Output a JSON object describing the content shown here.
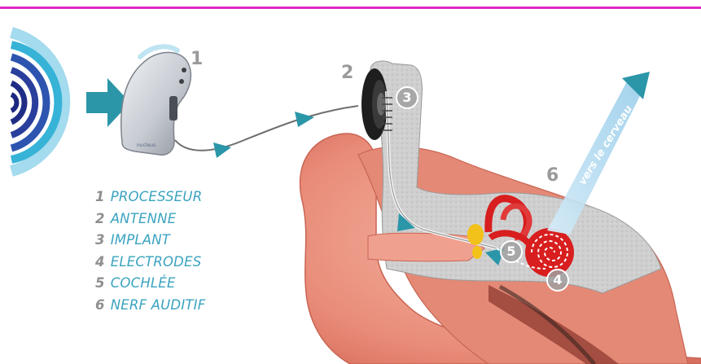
{
  "legend": {
    "items": [
      {
        "num": "1",
        "label": "PROCESSEUR"
      },
      {
        "num": "2",
        "label": "ANTENNE"
      },
      {
        "num": "3",
        "label": "IMPLANT"
      },
      {
        "num": "4",
        "label": "ELECTRODES"
      },
      {
        "num": "5",
        "label": "COCHLÉE"
      },
      {
        "num": "6",
        "label": "NERF AUDITIF"
      }
    ]
  },
  "callouts": {
    "processor": "1",
    "antenna": "2",
    "implant": "3",
    "electrodes": "4",
    "cochlea": "5",
    "nerve": "6"
  },
  "brain_label": "vers le cerveau",
  "colors": {
    "top_rule": "#e027c8",
    "arrow": "#2b96a8",
    "legend_text": "#3aa3bf",
    "legend_number": "#8f8f8f",
    "skin": "#e88f7e",
    "bone": "#c9c9c9",
    "cochlea": "#e02020",
    "sound_waves": "#2b3f9e",
    "nerve_beam": "#a9d6ee"
  },
  "icons": [
    "sound-wave-icon",
    "hearing-processor-icon",
    "antenna-coil-icon",
    "arrow-icon",
    "cochlea-icon"
  ]
}
